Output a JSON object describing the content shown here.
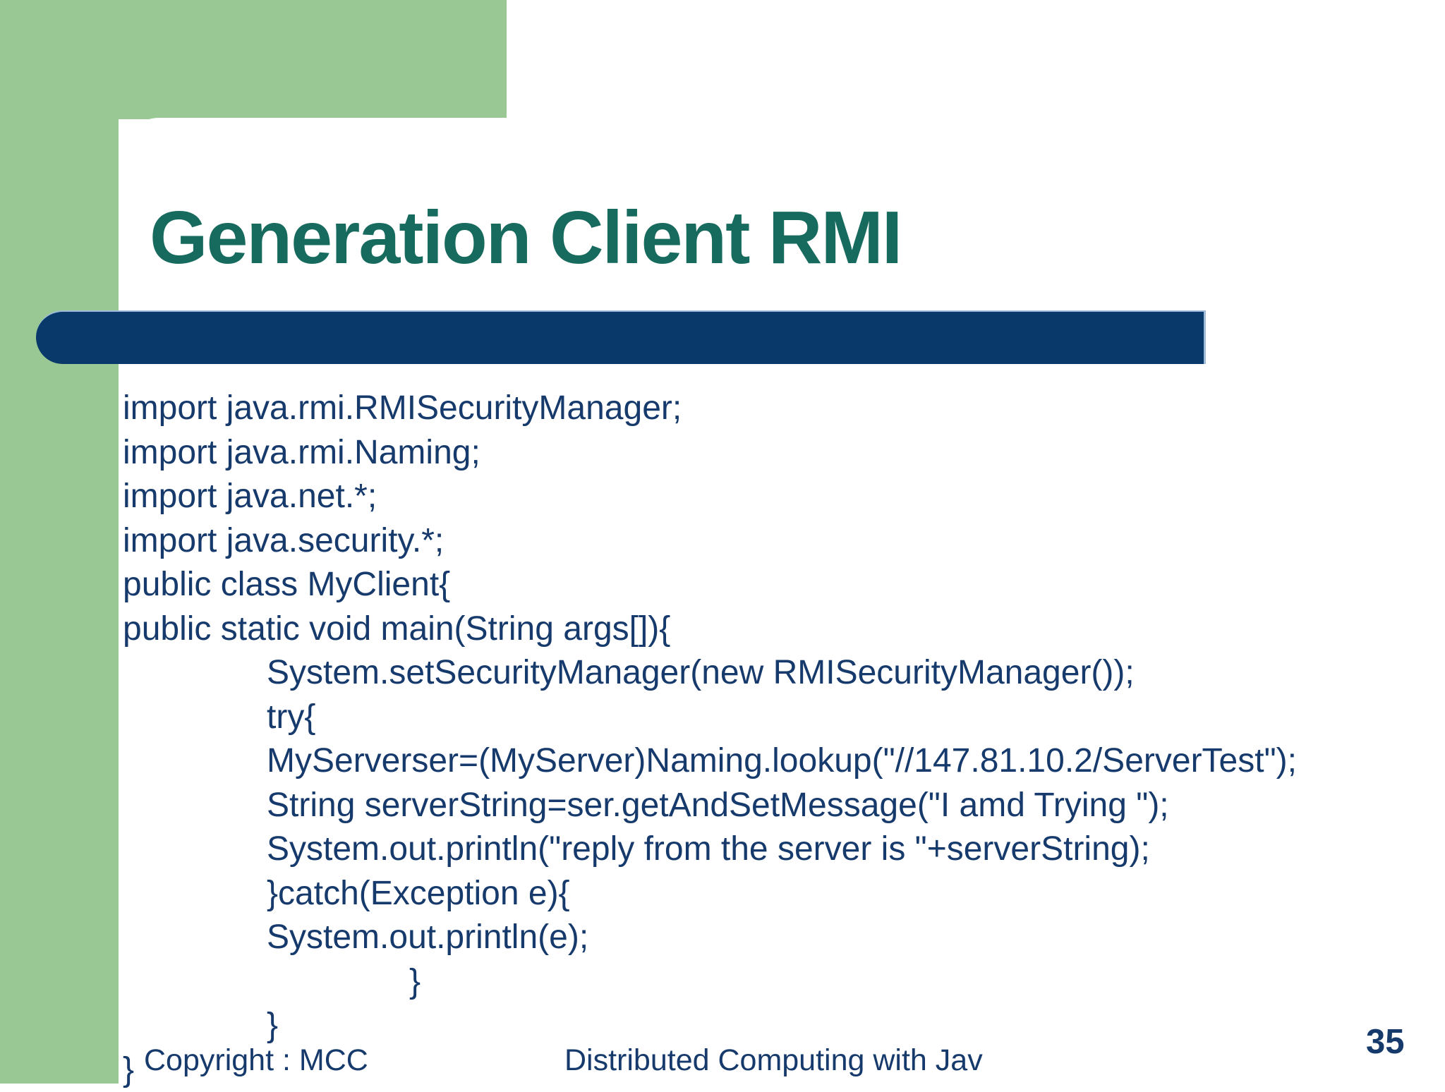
{
  "slide": {
    "title": "Generation Client RMI",
    "code_lines": [
      {
        "indent": 0,
        "text": "import java.rmi.RMISecurityManager;"
      },
      {
        "indent": 0,
        "text": "import java.rmi.Naming;"
      },
      {
        "indent": 0,
        "text": "import java.net.*;"
      },
      {
        "indent": 0,
        "text": "import java.security.*;"
      },
      {
        "indent": 0,
        "text": "public class MyClient{"
      },
      {
        "indent": 0,
        "text": "public static void main(String args[]){"
      },
      {
        "indent": 1,
        "text": "System.setSecurityManager(new RMISecurityManager());"
      },
      {
        "indent": 1,
        "text": "try{"
      },
      {
        "indent": 1,
        "text": "MyServerser=(MyServer)Naming.lookup(\"//147.81.10.2/ServerTest\");"
      },
      {
        "indent": 1,
        "text": "String serverString=ser.getAndSetMessage(\"I amd Trying \");"
      },
      {
        "indent": 1,
        "text": "System.out.println(\"reply from the server is \"+serverString);"
      },
      {
        "indent": 1,
        "text": "}catch(Exception e){"
      },
      {
        "indent": 1,
        "text": "System.out.println(e);"
      },
      {
        "indent": 2,
        "text": "}"
      },
      {
        "indent": 1,
        "text": "}"
      },
      {
        "indent": 0,
        "text": "}"
      }
    ],
    "footer_left": "Copyright : MCC",
    "footer_center": "Distributed Computing with Jav",
    "page_number": "35"
  },
  "colors": {
    "background": "#FFFFFF",
    "green_accent": "#99C894",
    "navy_bar": "#09386A",
    "bar_edge_highlight": "#9FBBD8",
    "title_teal": "#176A5E",
    "code_text_navy": "#173A6C"
  }
}
